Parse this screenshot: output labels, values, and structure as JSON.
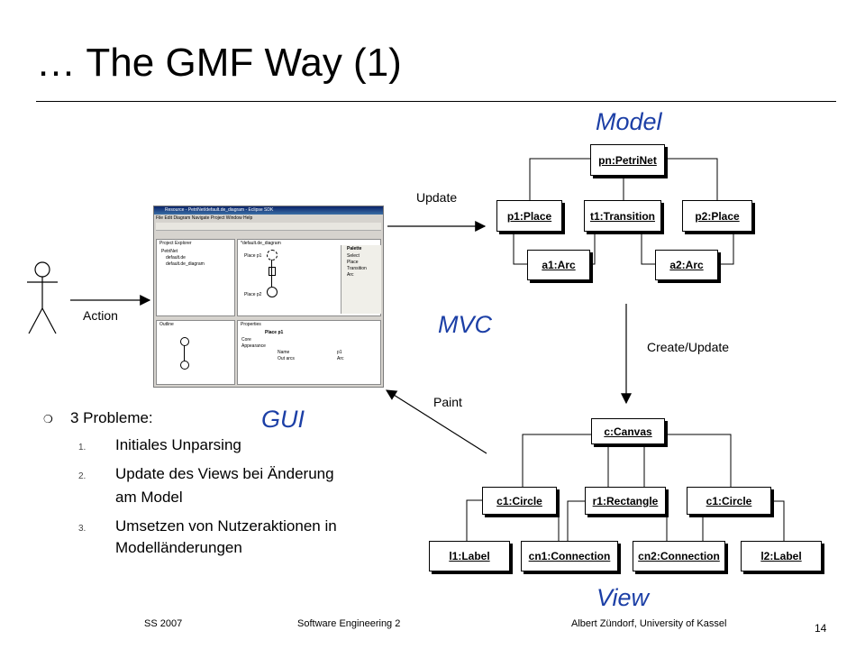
{
  "slide": {
    "title": "… The GMF Way (1)",
    "page_number": "14"
  },
  "labels": {
    "model": "Model",
    "mvc": "MVC",
    "gui": "GUI",
    "view": "View",
    "update": "Update",
    "action": "Action",
    "create_update": "Create/Update",
    "paint": "Paint"
  },
  "model_diagram": {
    "root": "pn:PetriNet",
    "p1": "p1:Place",
    "t1": "t1:Transition",
    "p2": "p2:Place",
    "a1": "a1:Arc",
    "a2": "a2:Arc"
  },
  "view_diagram": {
    "root": "c:Canvas",
    "c1a": "c1:Circle",
    "r1": "r1:Rectangle",
    "c1b": "c1:Circle",
    "l1": "l1:Label",
    "cn1": "cn1:Connection",
    "cn2": "cn2:Connection",
    "l2": "l2:Label"
  },
  "bullets": {
    "heading": "3 Probleme:",
    "items": [
      {
        "num": "1.",
        "line1": "Initiales Unparsing",
        "line2": ""
      },
      {
        "num": "2.",
        "line1": "Update des Views bei Änderung",
        "line2": "am Model"
      },
      {
        "num": "3.",
        "line1": "Umsetzen von Nutzeraktionen in",
        "line2": "Modelländerungen"
      }
    ]
  },
  "footer": {
    "semester": "SS 2007",
    "course": "Software Engineering 2",
    "author": "Albert Zündorf, University of Kassel"
  },
  "screenshot": {
    "window_title": "Resource - PetriNet/default.de_diagram - Eclipse SDK",
    "menu": "File  Edit  Diagram  Navigate  Project  Window  Help",
    "project_explorer": "Project Explorer",
    "diagram_tab": "*default.de_diagram",
    "palette": "Palette",
    "palette_items": [
      "Select",
      "Place",
      "Transition",
      "Arc"
    ],
    "place_p1": "Place p1",
    "place_p2": "Place p2",
    "outline": "Outline",
    "properties": "Properties",
    "tree": [
      "PetriNet",
      "default.de",
      "default.de_diagram"
    ],
    "props_title": "Place p1",
    "props_rows": [
      [
        "Core",
        ""
      ],
      [
        "Appearance",
        ""
      ],
      [
        "Name",
        "p1"
      ],
      [
        "Out arcs",
        "Arc"
      ]
    ]
  },
  "colors": {
    "accent": "#1c3fa6"
  }
}
